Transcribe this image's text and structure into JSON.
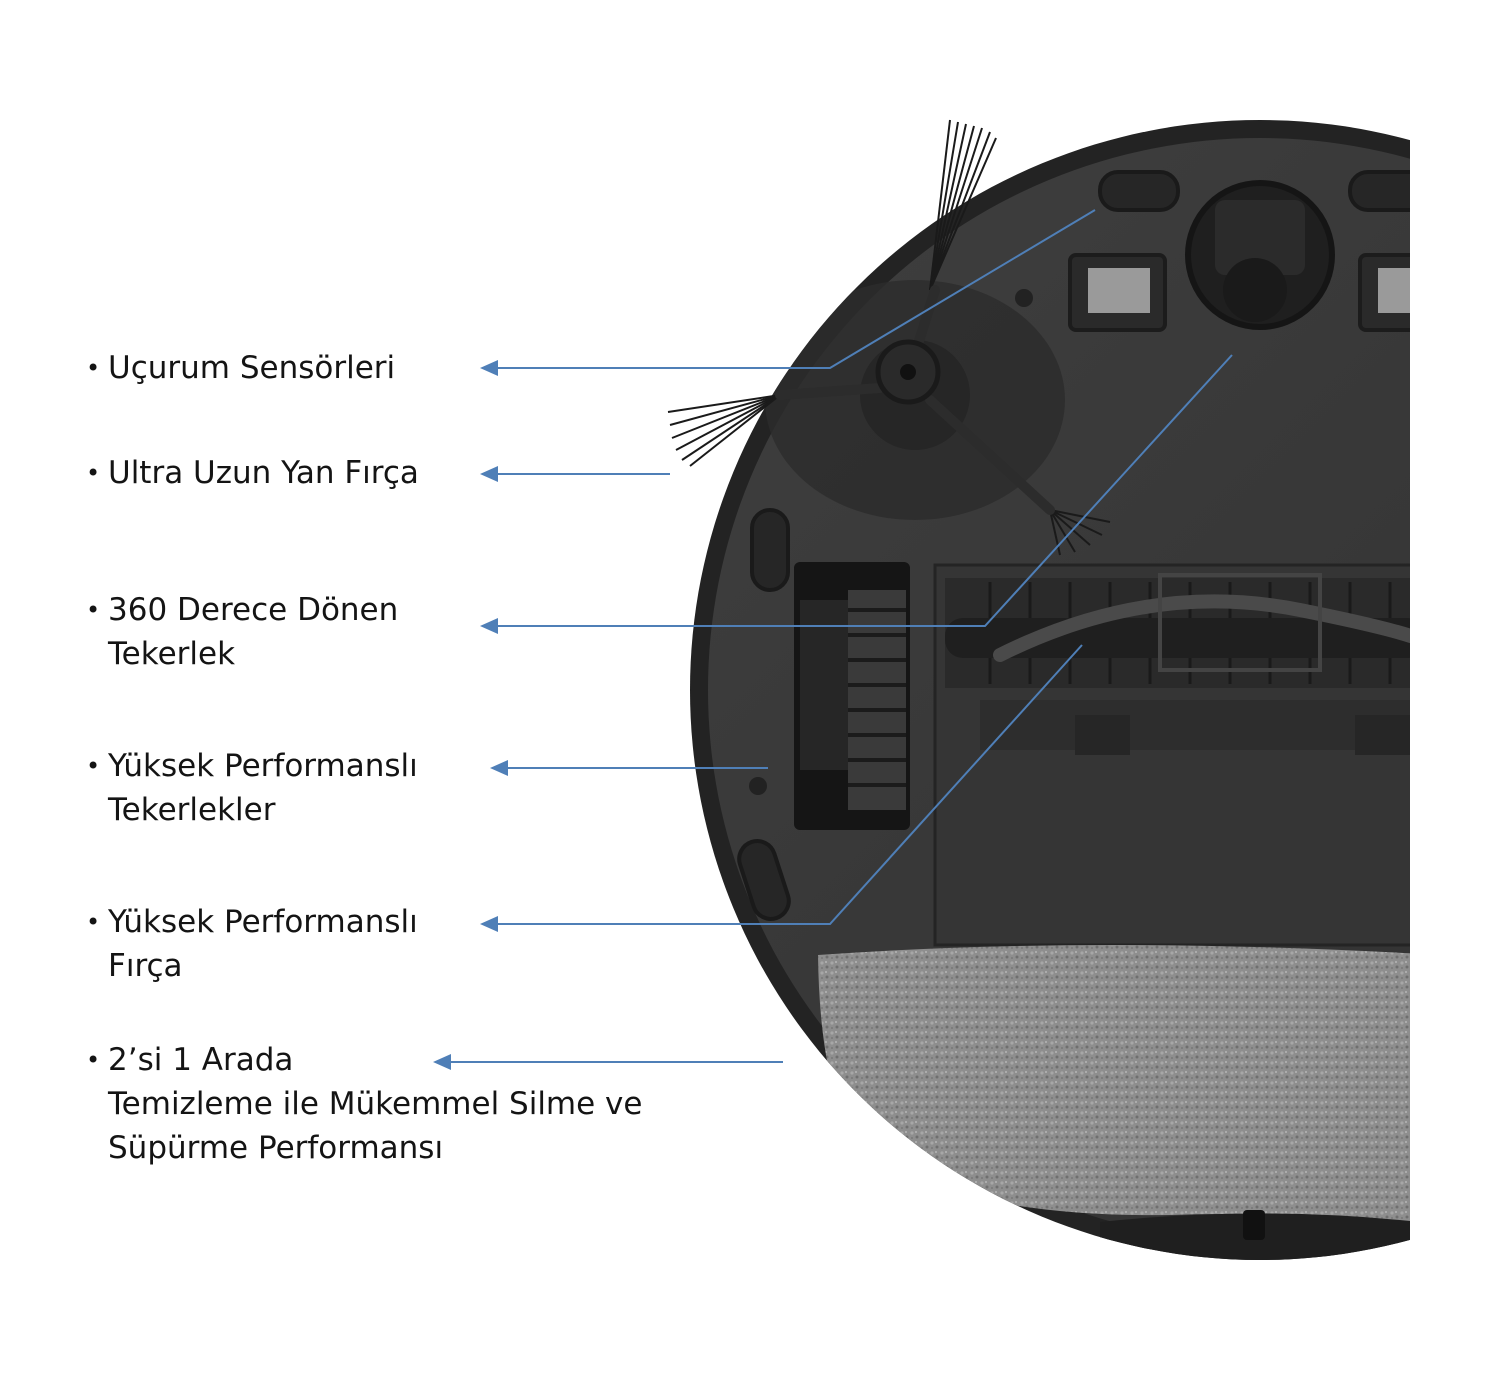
{
  "colors": {
    "background": "#ffffff",
    "text": "#141414",
    "callout": "#4f7fb7",
    "robot_body": "#3a3a3a",
    "robot_rim": "#2a2a2a",
    "mop": "#8c8c8c"
  },
  "bullet": "•",
  "features": [
    {
      "lines": [
        "Uçurum Sensörleri"
      ]
    },
    {
      "lines": [
        "Ultra Uzun Yan Fırça"
      ]
    },
    {
      "lines": [
        "360 Derece Dönen",
        "Tekerlek"
      ]
    },
    {
      "lines": [
        "Yüksek Performanslı",
        "Tekerlekler"
      ]
    },
    {
      "lines": [
        "Yüksek Performanslı",
        "Fırça"
      ]
    },
    {
      "lines": [
        "2’si 1 Arada",
        "Temizleme ile Mükemmel Silme ve",
        "Süpürme Performansı"
      ]
    }
  ]
}
